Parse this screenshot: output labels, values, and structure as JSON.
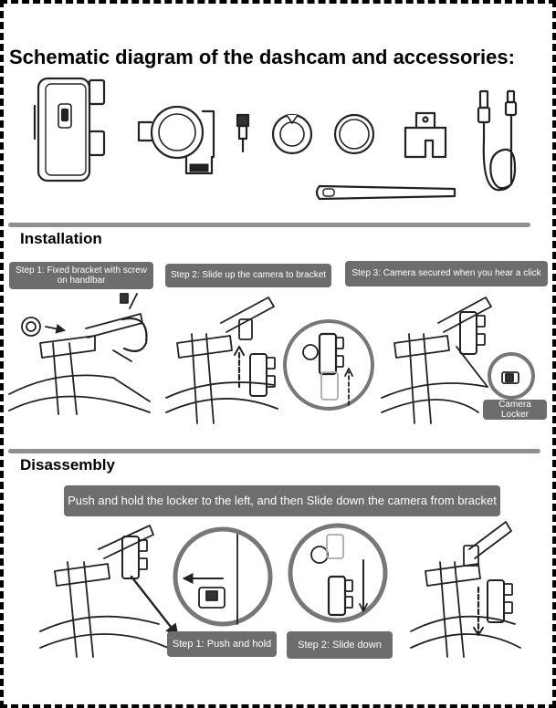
{
  "title": "Schematic diagram of the dashcam and accessories:",
  "installation": {
    "heading": "Installation",
    "steps": [
      {
        "label": "Step 1: Fixed bracket with screw on handlbar"
      },
      {
        "label": "Step 2: Slide up the camera to bracket"
      },
      {
        "label": "Step 3: Camera secured when you hear a click"
      }
    ],
    "callout": "Camera Locker"
  },
  "disassembly": {
    "heading": "Disassembly",
    "instruction": "Push and hold the locker to the left, and then Slide down the camera from bracket",
    "steps": [
      {
        "label": "Step 1: Push and hold"
      },
      {
        "label": "Step 2: Slide down"
      }
    ]
  },
  "colors": {
    "banner": "#6d6d6d",
    "divider": "#8f8f8f",
    "ink": "#000000"
  }
}
